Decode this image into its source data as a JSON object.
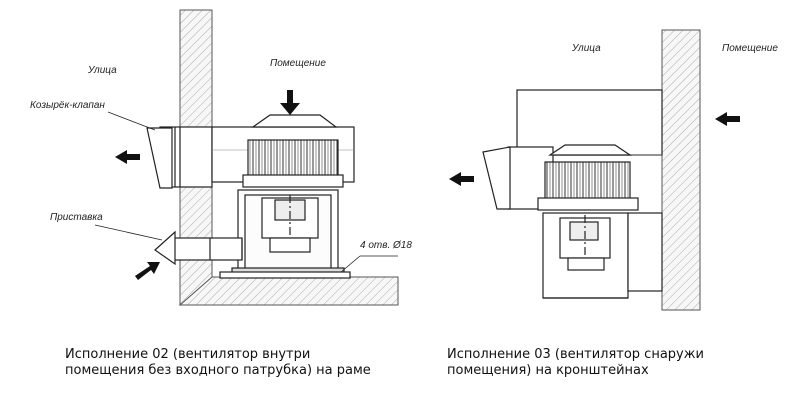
{
  "left": {
    "label_street": "Улица",
    "label_room": "Помещение",
    "label_hood_valve": "Козырёк-клапан",
    "label_adapter": "Приставка",
    "label_holes": "4 отв. Ø18",
    "caption": "Исполнение 02 (вентилятор внутри помещения без входного патрубка) на раме"
  },
  "right": {
    "label_street": "Улица",
    "label_room": "Помещение",
    "caption": "Исполнение 03 (вентилятор снаружи помещения) на кронштейнах"
  }
}
